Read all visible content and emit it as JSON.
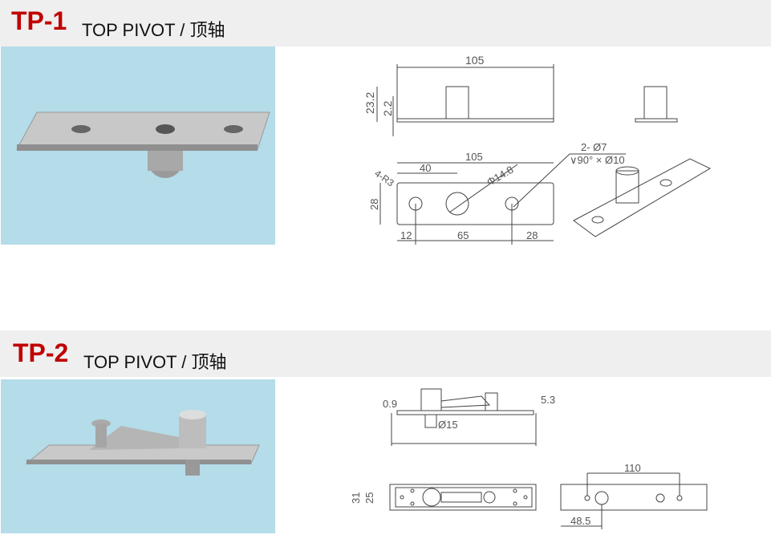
{
  "products": [
    {
      "code": "TP-1",
      "title": "TOP PIVOT / 顶轴",
      "dims": {
        "length": "105",
        "height": "23.2",
        "plate": "2.2",
        "length2": "105",
        "radius": "4-R3",
        "offset": "40",
        "pin_dia": "Φ14.8",
        "width": "28",
        "hole_note1": "2- Ø7",
        "hole_note2": "∨90° × Ø10",
        "left": "12",
        "center": "65",
        "right": "28"
      }
    },
    {
      "code": "TP-2",
      "title": "TOP PIVOT / 顶轴",
      "dims": {
        "plate": "0.9",
        "height": "5.3",
        "pin_dia": "Ø15",
        "outer_w": "31",
        "inner_w": "25",
        "spacing": "110",
        "offset": "48.5"
      }
    }
  ]
}
